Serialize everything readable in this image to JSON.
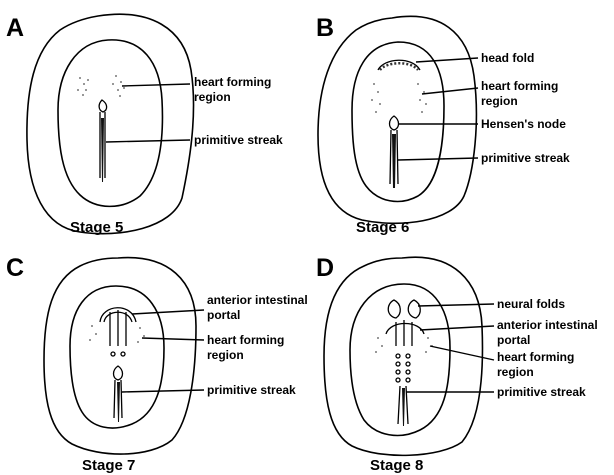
{
  "panels": [
    {
      "letter": "A",
      "caption": "Stage 5",
      "labels": [
        "heart forming",
        "region",
        "primitive streak"
      ]
    },
    {
      "letter": "B",
      "caption": "Stage 6",
      "labels": [
        "head fold",
        "heart forming",
        "region",
        "Hensen's node",
        "primitive streak"
      ]
    },
    {
      "letter": "C",
      "caption": "Stage 7",
      "labels": [
        "anterior intestinal",
        "portal",
        "heart forming",
        "region",
        "primitive streak"
      ]
    },
    {
      "letter": "D",
      "caption": "Stage 8",
      "labels": [
        "neural folds",
        "anterior intestinal",
        "portal",
        "heart forming",
        "region",
        "primitive streak"
      ]
    }
  ]
}
